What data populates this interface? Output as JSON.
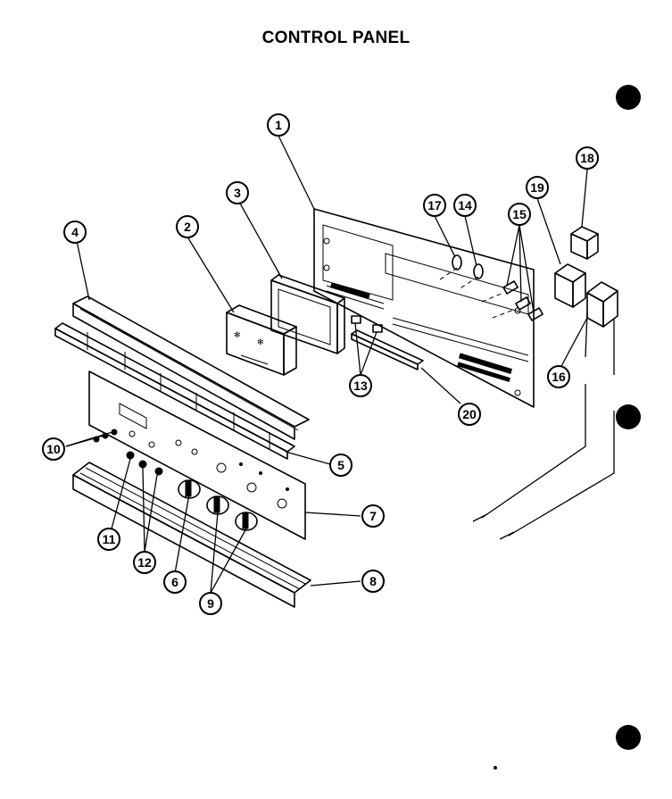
{
  "title": "CONTROL PANEL",
  "callouts": [
    {
      "id": "c1",
      "label": "1"
    },
    {
      "id": "c2",
      "label": "2"
    },
    {
      "id": "c3",
      "label": "3"
    },
    {
      "id": "c4",
      "label": "4"
    },
    {
      "id": "c5",
      "label": "5"
    },
    {
      "id": "c6",
      "label": "6"
    },
    {
      "id": "c7",
      "label": "7"
    },
    {
      "id": "c8",
      "label": "8"
    },
    {
      "id": "c9",
      "label": "9"
    },
    {
      "id": "c10",
      "label": "10"
    },
    {
      "id": "c11",
      "label": "11"
    },
    {
      "id": "c12",
      "label": "12"
    },
    {
      "id": "c13",
      "label": "13"
    },
    {
      "id": "c14",
      "label": "14"
    },
    {
      "id": "c15",
      "label": "15"
    },
    {
      "id": "c16",
      "label": "16"
    },
    {
      "id": "c17",
      "label": "17"
    },
    {
      "id": "c18",
      "label": "18"
    },
    {
      "id": "c19",
      "label": "19"
    },
    {
      "id": "c20",
      "label": "20"
    }
  ]
}
